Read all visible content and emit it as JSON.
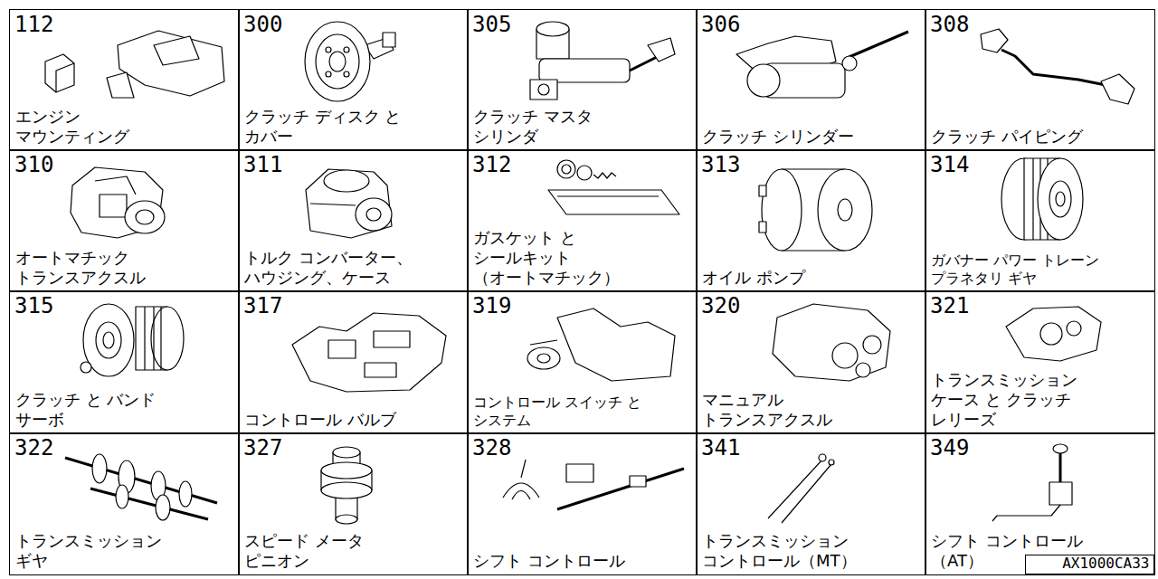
{
  "diagram": {
    "nodes": [
      {
        "text": [
          "112",
          "エンジン マウンティング"
        ]
      },
      {
        "text": [
          "300",
          "クラッチ ディスク と カバー"
        ]
      },
      {
        "text": [
          "305",
          "クラッチ マスタ シリンダ"
        ]
      },
      {
        "text": [
          "306",
          "クラッチ シリンダー"
        ]
      },
      {
        "text": [
          "308",
          "クラッチ パイピング"
        ]
      },
      {
        "text": [
          "310",
          "オートマチック トランスアクスル"
        ]
      },
      {
        "text": [
          "311",
          "トルク コンバーター、 ハウジング、ケース"
        ]
      },
      {
        "text": [
          "312",
          "ガスケット と シールキット （オートマチック）"
        ]
      },
      {
        "text": [
          "313",
          "オイル ポンプ"
        ]
      },
      {
        "text": [
          "314",
          "ガバナー パワー トレーン プラネタリ ギヤ"
        ]
      },
      {
        "text": [
          "315",
          "クラッチ と バンド サーボ"
        ]
      },
      {
        "text": [
          "317",
          "コントロール バルブ"
        ]
      },
      {
        "text": [
          "319",
          "コントロール スイッチ と システム"
        ]
      },
      {
        "text": [
          "320",
          "マニュアル トランスアクスル"
        ]
      },
      {
        "text": [
          "321",
          "トランスミッション ケース と クラッチ レリーズ"
        ]
      },
      {
        "text": [
          "322",
          "トランスミッション ギヤ"
        ]
      },
      {
        "text": [
          "327",
          "スピード メータ ピニオン"
        ]
      },
      {
        "text": [
          "328",
          "シフト コントロール"
        ]
      },
      {
        "text": [
          "341",
          "トランスミッション コントロール（MT）"
        ]
      },
      {
        "text": [
          "349",
          "シフト コントロール （AT）"
        ]
      },
      {
        "text": [
          "AX1000CA33"
        ],
        "in": 19
      }
    ]
  }
}
